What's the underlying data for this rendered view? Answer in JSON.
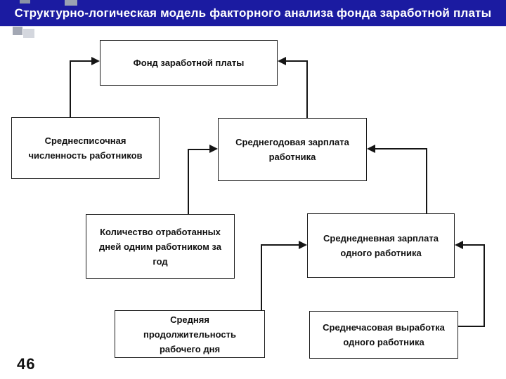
{
  "slide": {
    "title": "Структурно-логическая модель факторного анализа фонда заработной платы",
    "page_number": "46",
    "colors": {
      "title_bg": "#1B1BA1",
      "title_text": "#FFFFFF",
      "box_bg": "#FFFFFF",
      "box_border": "#1C1C1C",
      "line_color": "#151515",
      "decor_gray": "#A3A8B4",
      "decor_gray_light": "#D4D7DE"
    }
  },
  "diagram": {
    "nodes": [
      {
        "id": "wage-fund",
        "label": "Фонд заработной платы"
      },
      {
        "id": "avg-headcount",
        "label": "Среднесписочная численность работников"
      },
      {
        "id": "avg-annual-salary",
        "label": "Среднегодовая зарплата работника"
      },
      {
        "id": "days-worked-per-year",
        "label": "Количество отработанных дней одним работником за год"
      },
      {
        "id": "avg-daily-salary",
        "label": "Среднедневная зарплата одного работника"
      },
      {
        "id": "avg-workday-length",
        "label": "Средняя продолжительность рабочего дня"
      },
      {
        "id": "avg-hourly-output",
        "label": "Среднечасовая выработка одного работника"
      }
    ],
    "edges": [
      {
        "from": "avg-headcount",
        "to": "wage-fund"
      },
      {
        "from": "avg-annual-salary",
        "to": "wage-fund"
      },
      {
        "from": "days-worked-per-year",
        "to": "avg-annual-salary"
      },
      {
        "from": "avg-daily-salary",
        "to": "avg-annual-salary"
      },
      {
        "from": "avg-workday-length",
        "to": "avg-daily-salary"
      },
      {
        "from": "avg-hourly-output",
        "to": "avg-daily-salary"
      }
    ]
  }
}
